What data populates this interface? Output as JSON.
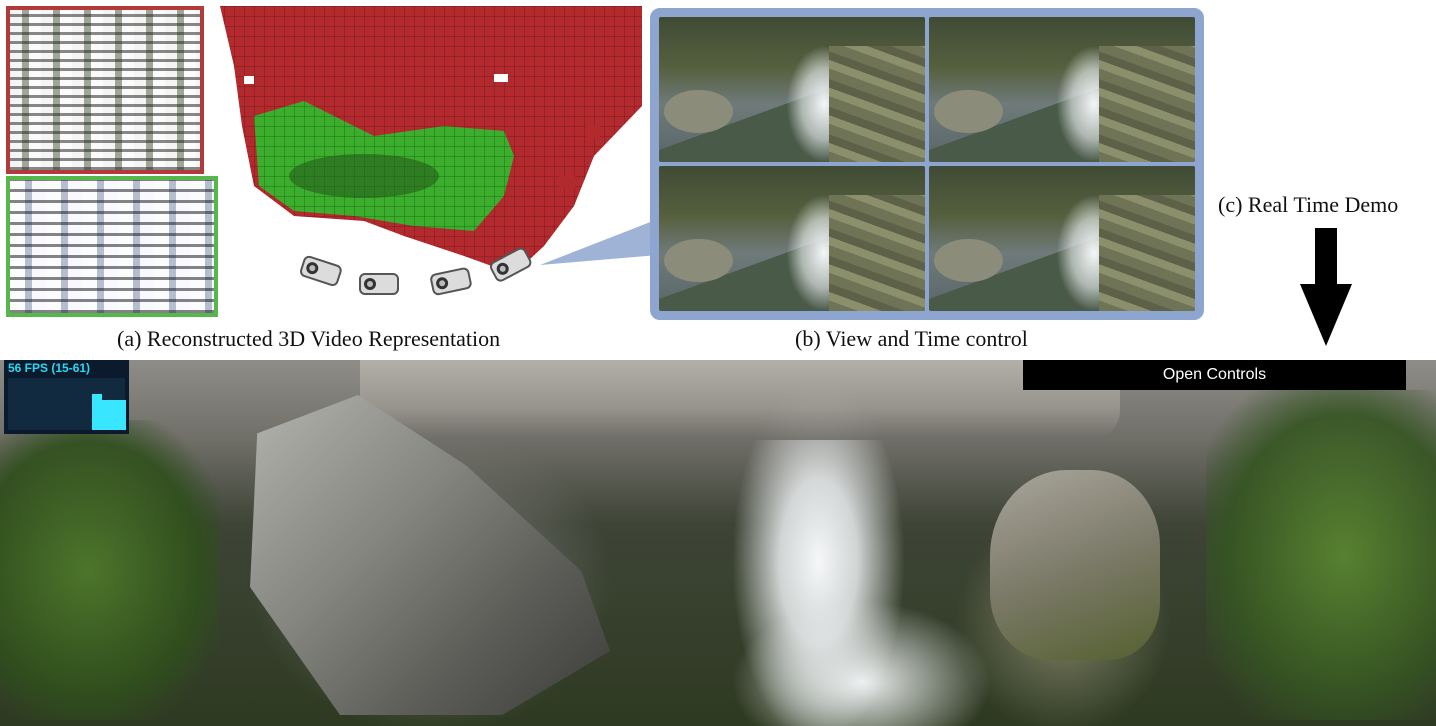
{
  "captions": {
    "a": "(a) Reconstructed 3D Video Representation",
    "b": "(b) View and Time control",
    "c": "(c) Real Time Demo"
  },
  "demo": {
    "fps_label": "56 FPS (15-61)",
    "open_controls": "Open Controls"
  },
  "colors": {
    "red_voxels": "#b32a2e",
    "green_voxels": "#3cae2d",
    "red_border": "#b33a3a",
    "green_border": "#56b84a",
    "view_frame": "#8ea6cf",
    "fps_text": "#29d8f2"
  },
  "icons": [
    "camera-icon",
    "camera-icon",
    "camera-icon",
    "camera-icon",
    "down-arrow-icon"
  ]
}
